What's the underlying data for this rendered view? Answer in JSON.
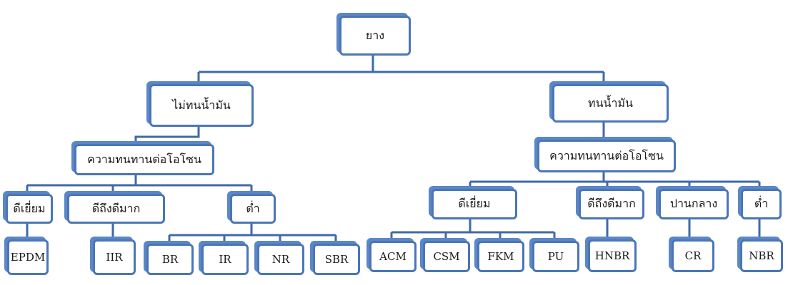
{
  "colors": {
    "line": "#3f6aa8",
    "border": "#4a76b8",
    "shadow": "#5b87c6"
  },
  "nodes": {
    "root": "ยาง",
    "non_oil": "ไม่ทนน้ำมัน",
    "oil": "ทนน้ำมัน",
    "ozone_left": "ความทนทานต่อโอโซน",
    "ozone_right": "ความทนทานต่อโอโซน",
    "l_excellent": "ดีเยี่ยม",
    "l_good": "ดีถึงดีมาก",
    "l_low": "ต่ำ",
    "r_excellent": "ดีเยี่ยม",
    "r_good": "ดีถึงดีมาก",
    "r_medium": "ปานกลาง",
    "r_low": "ต่ำ",
    "epdm": "EPDM",
    "iir": "IIR",
    "br": "BR",
    "ir": "IR",
    "nr": "NR",
    "sbr": "SBR",
    "acm": "ACM",
    "csm": "CSM",
    "fkm": "FKM",
    "pu": "PU",
    "hnbr": "HNBR",
    "cr": "CR",
    "nbr": "NBR"
  }
}
